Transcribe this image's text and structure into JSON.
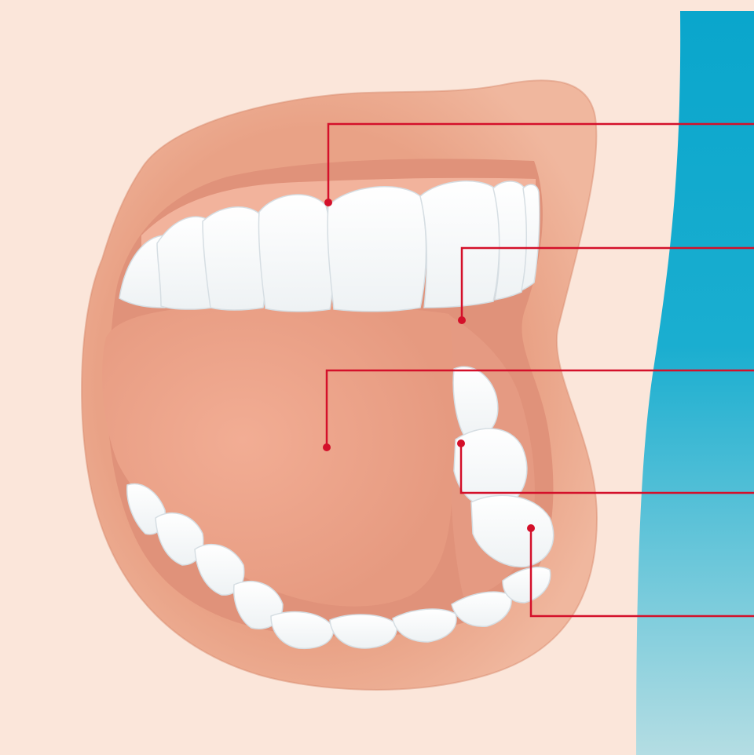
{
  "illustration": {
    "subject": "open-mouth",
    "colors": {
      "skin": "#fbe6da",
      "lip": "#e9a286",
      "lip_edge": "#d98d72",
      "mouth_interior": "#eb9f86",
      "tongue": "#eea58c",
      "gum": "#f2b39c",
      "tooth": "#ffffff",
      "tooth_shadow": "#dfe6ea",
      "background_top": "#0aa6cc",
      "background_bottom": "#b4dde3",
      "callout": "#d4102a"
    }
  },
  "callouts": [
    {
      "id": "upper-gum",
      "label": ""
    },
    {
      "id": "soft-palate",
      "label": ""
    },
    {
      "id": "tongue",
      "label": ""
    },
    {
      "id": "lower-premolar",
      "label": ""
    },
    {
      "id": "lower-molar",
      "label": ""
    }
  ]
}
